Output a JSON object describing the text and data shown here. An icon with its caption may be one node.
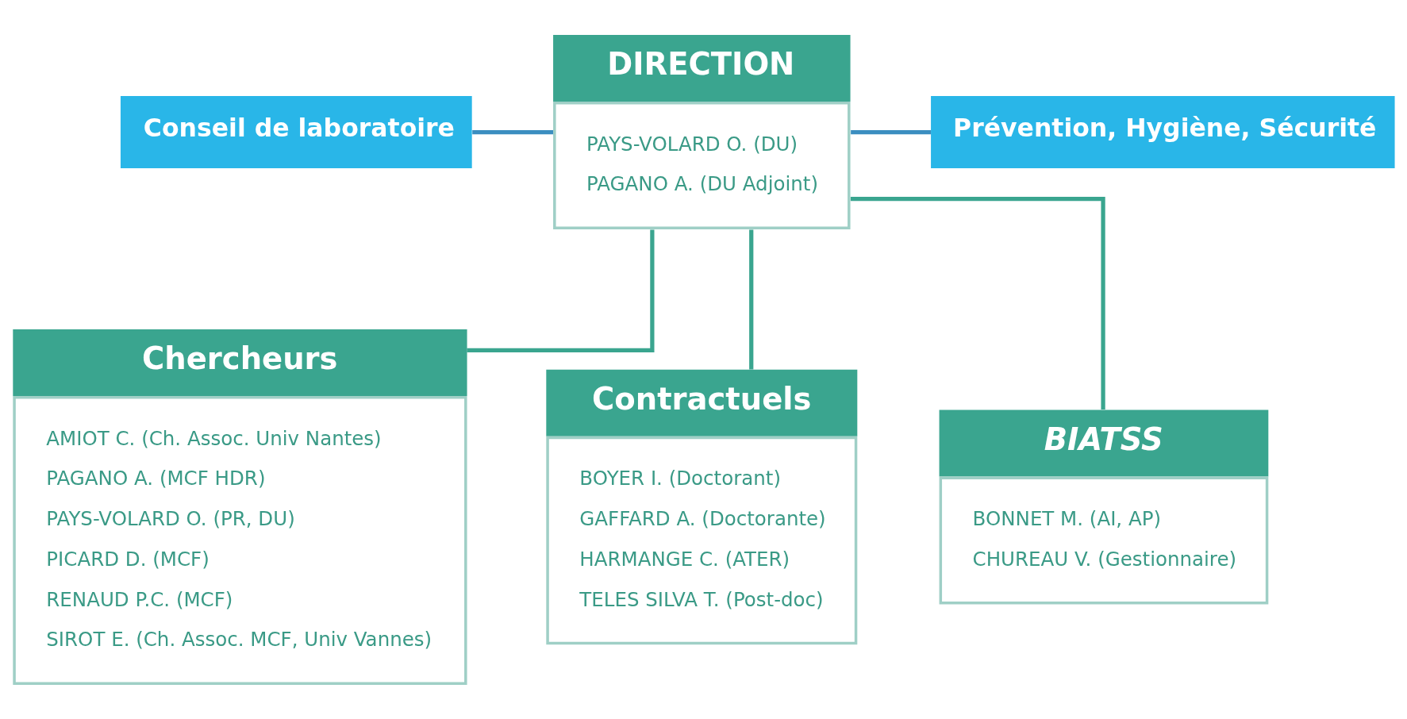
{
  "diagram": {
    "nodes": [
      {
        "text": [
          "Conseil de laboratoire"
        ]
      },
      {
        "text": [
          "DIRECTION",
          "PAYS-VOLARD O. (DU)",
          "PAGANO A. (DU Adjoint)"
        ]
      },
      {
        "text": [
          "Prévention, Hygiène, Sécurité"
        ]
      },
      {
        "text": [
          "Chercheurs",
          "AMIOT C. (Ch. Assoc. Univ Nantes)",
          "PAGANO A. (MCF HDR)",
          "PAYS-VOLARD O. (PR, DU)",
          "PICARD D. (MCF)",
          "RENAUD P.C. (MCF)",
          "SIROT E. (Ch. Assoc. MCF, Univ Vannes)"
        ]
      },
      {
        "text": [
          "Contractuels",
          "BOYER I. (Doctorant)",
          "GAFFARD A. (Doctorante)",
          "HARMANGE C. (ATER)",
          "TELES SILVA T. (Post-doc)"
        ]
      },
      {
        "text": [
          "BIATSS",
          "BONNET M. (AI, AP)",
          "CHUREAU V. (Gestionnaire)"
        ]
      }
    ],
    "edges": [
      {
        "from": 0,
        "to": 1,
        "arrow": "none",
        "color": "#3b8ec0"
      },
      {
        "from": 1,
        "to": 2,
        "arrow": "none",
        "color": "#3b8ec0"
      },
      {
        "from": 1,
        "to": 3,
        "arrow": "none"
      },
      {
        "from": 1,
        "to": 4,
        "arrow": "none"
      },
      {
        "from": 1,
        "to": 5,
        "arrow": "none"
      }
    ]
  }
}
